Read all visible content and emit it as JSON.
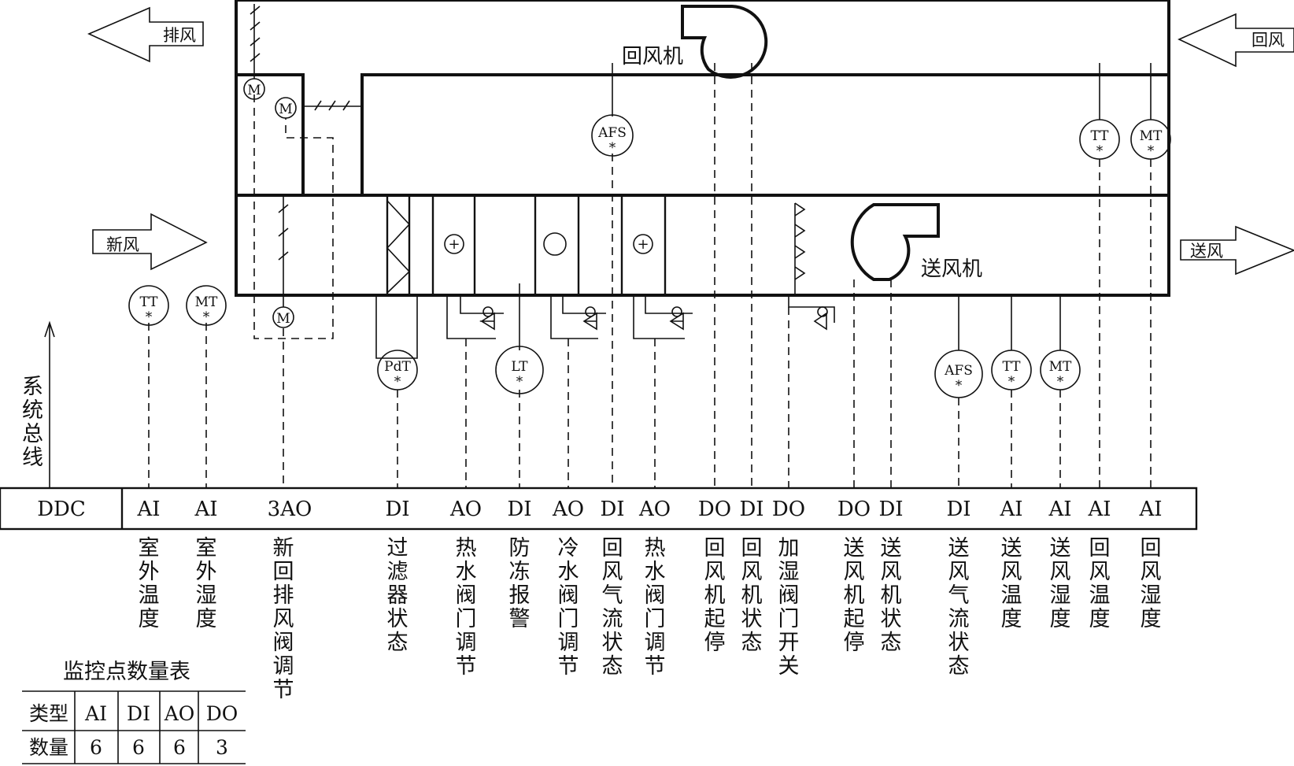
{
  "flows": {
    "exhaust_air": "排风",
    "return_air": "回风",
    "fresh_air": "新风",
    "supply_air": "送风"
  },
  "equipment": {
    "return_fan": "回风机",
    "supply_fan": "送风机"
  },
  "bus_label": [
    "系",
    "统",
    "总",
    "线"
  ],
  "ddc_label": "DDC",
  "sensors_upper": [
    {
      "tag": "AFS",
      "mark": "*"
    },
    {
      "tag": "TT",
      "mark": "*"
    },
    {
      "tag": "MT",
      "mark": "*"
    }
  ],
  "sensors_lower": [
    {
      "tag": "TT",
      "mark": "*"
    },
    {
      "tag": "MT",
      "mark": "*"
    },
    {
      "tag": "PdT",
      "mark": "*"
    },
    {
      "tag": "LT",
      "mark": "*"
    },
    {
      "tag": "AFS",
      "mark": "*"
    },
    {
      "tag": "TT",
      "mark": "*"
    },
    {
      "tag": "MT",
      "mark": "*"
    }
  ],
  "motor_label": "M",
  "points": [
    {
      "type": "AI",
      "desc": "室外温度"
    },
    {
      "type": "AI",
      "desc": "室外湿度"
    },
    {
      "type": "3AO",
      "desc": "新回排风阀调节"
    },
    {
      "type": "DI",
      "desc": "过滤器状态"
    },
    {
      "type": "AO",
      "desc": "热水阀门调节"
    },
    {
      "type": "DI",
      "desc": "防冻报警"
    },
    {
      "type": "AO",
      "desc": "冷水阀门调节"
    },
    {
      "type": "DI",
      "desc": "回风气流状态"
    },
    {
      "type": "AO",
      "desc": "热水阀门调节"
    },
    {
      "type": "DO",
      "desc": "回风机起停"
    },
    {
      "type": "DI",
      "desc": "回风机状态"
    },
    {
      "type": "DO",
      "desc": "加湿阀门开关"
    },
    {
      "type": "DO",
      "desc": "送风机起停"
    },
    {
      "type": "DI",
      "desc": "送风机状态"
    },
    {
      "type": "DI",
      "desc": "送风气流状态"
    },
    {
      "type": "AI",
      "desc": "送风温度"
    },
    {
      "type": "AI",
      "desc": "送风湿度"
    },
    {
      "type": "AI",
      "desc": "回风温度"
    },
    {
      "type": "AI",
      "desc": "回风湿度"
    }
  ],
  "table": {
    "title": "监控点数量表",
    "header": [
      "类型",
      "AI",
      "DI",
      "AO",
      "DO"
    ],
    "row": [
      "数量",
      "6",
      "6",
      "6",
      "3"
    ]
  }
}
